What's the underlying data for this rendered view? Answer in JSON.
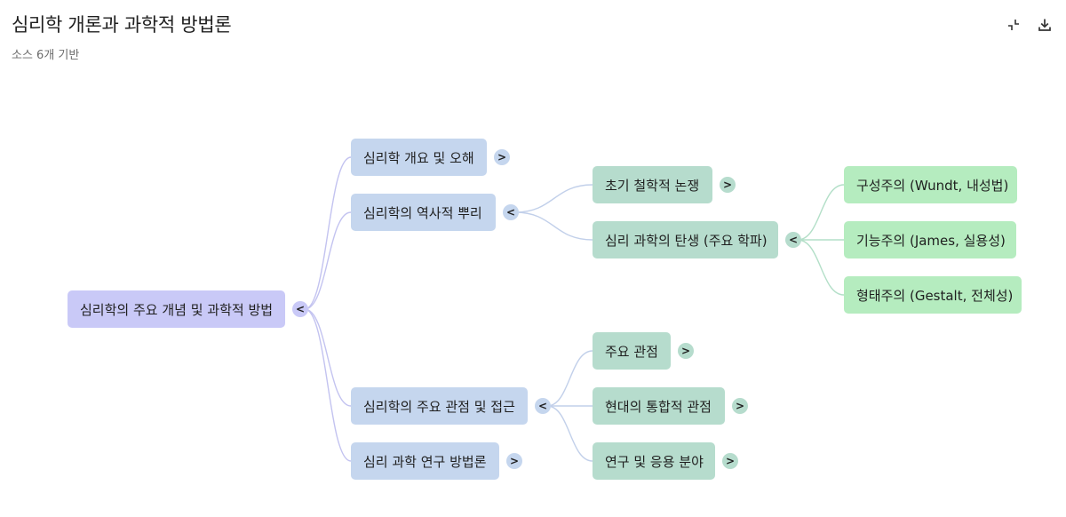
{
  "header": {
    "title": "심리학 개론과 과학적 방법론",
    "subtitle": "소스 6개 기반",
    "collapse_icon": "collapse-arrows-icon",
    "download_icon": "download-icon"
  },
  "colors": {
    "root": "#c9c9f7",
    "level1": "#c5d6ee",
    "level2": "#b6dccd",
    "level3": "#b5ecbf",
    "root_edge": "#c3c3f0",
    "level1_edge": "#c2d0ea",
    "level2_edge": "#b3dfc8"
  },
  "mindmap": {
    "root": {
      "label": "심리학의 주요 개념 및 과학적 방법",
      "toggle": "<",
      "children": [
        {
          "label": "심리학 개요 및 오해",
          "toggle": ">"
        },
        {
          "label": "심리학의 역사적 뿌리",
          "toggle": "<",
          "children": [
            {
              "label": "초기 철학적 논쟁",
              "toggle": ">"
            },
            {
              "label": "심리 과학의 탄생 (주요 학파)",
              "toggle": "<",
              "children": [
                {
                  "label": "구성주의 (Wundt, 내성법)"
                },
                {
                  "label": "기능주의 (James, 실용성)"
                },
                {
                  "label": "형태주의 (Gestalt, 전체성)"
                }
              ]
            }
          ]
        },
        {
          "label": "심리학의 주요 관점 및 접근",
          "toggle": "<",
          "children": [
            {
              "label": "주요 관점",
              "toggle": ">"
            },
            {
              "label": "현대의 통합적 관점",
              "toggle": ">"
            },
            {
              "label": "연구 및 응용 분야",
              "toggle": ">"
            }
          ]
        },
        {
          "label": "심리 과학 연구 방법론",
          "toggle": ">"
        }
      ]
    }
  }
}
